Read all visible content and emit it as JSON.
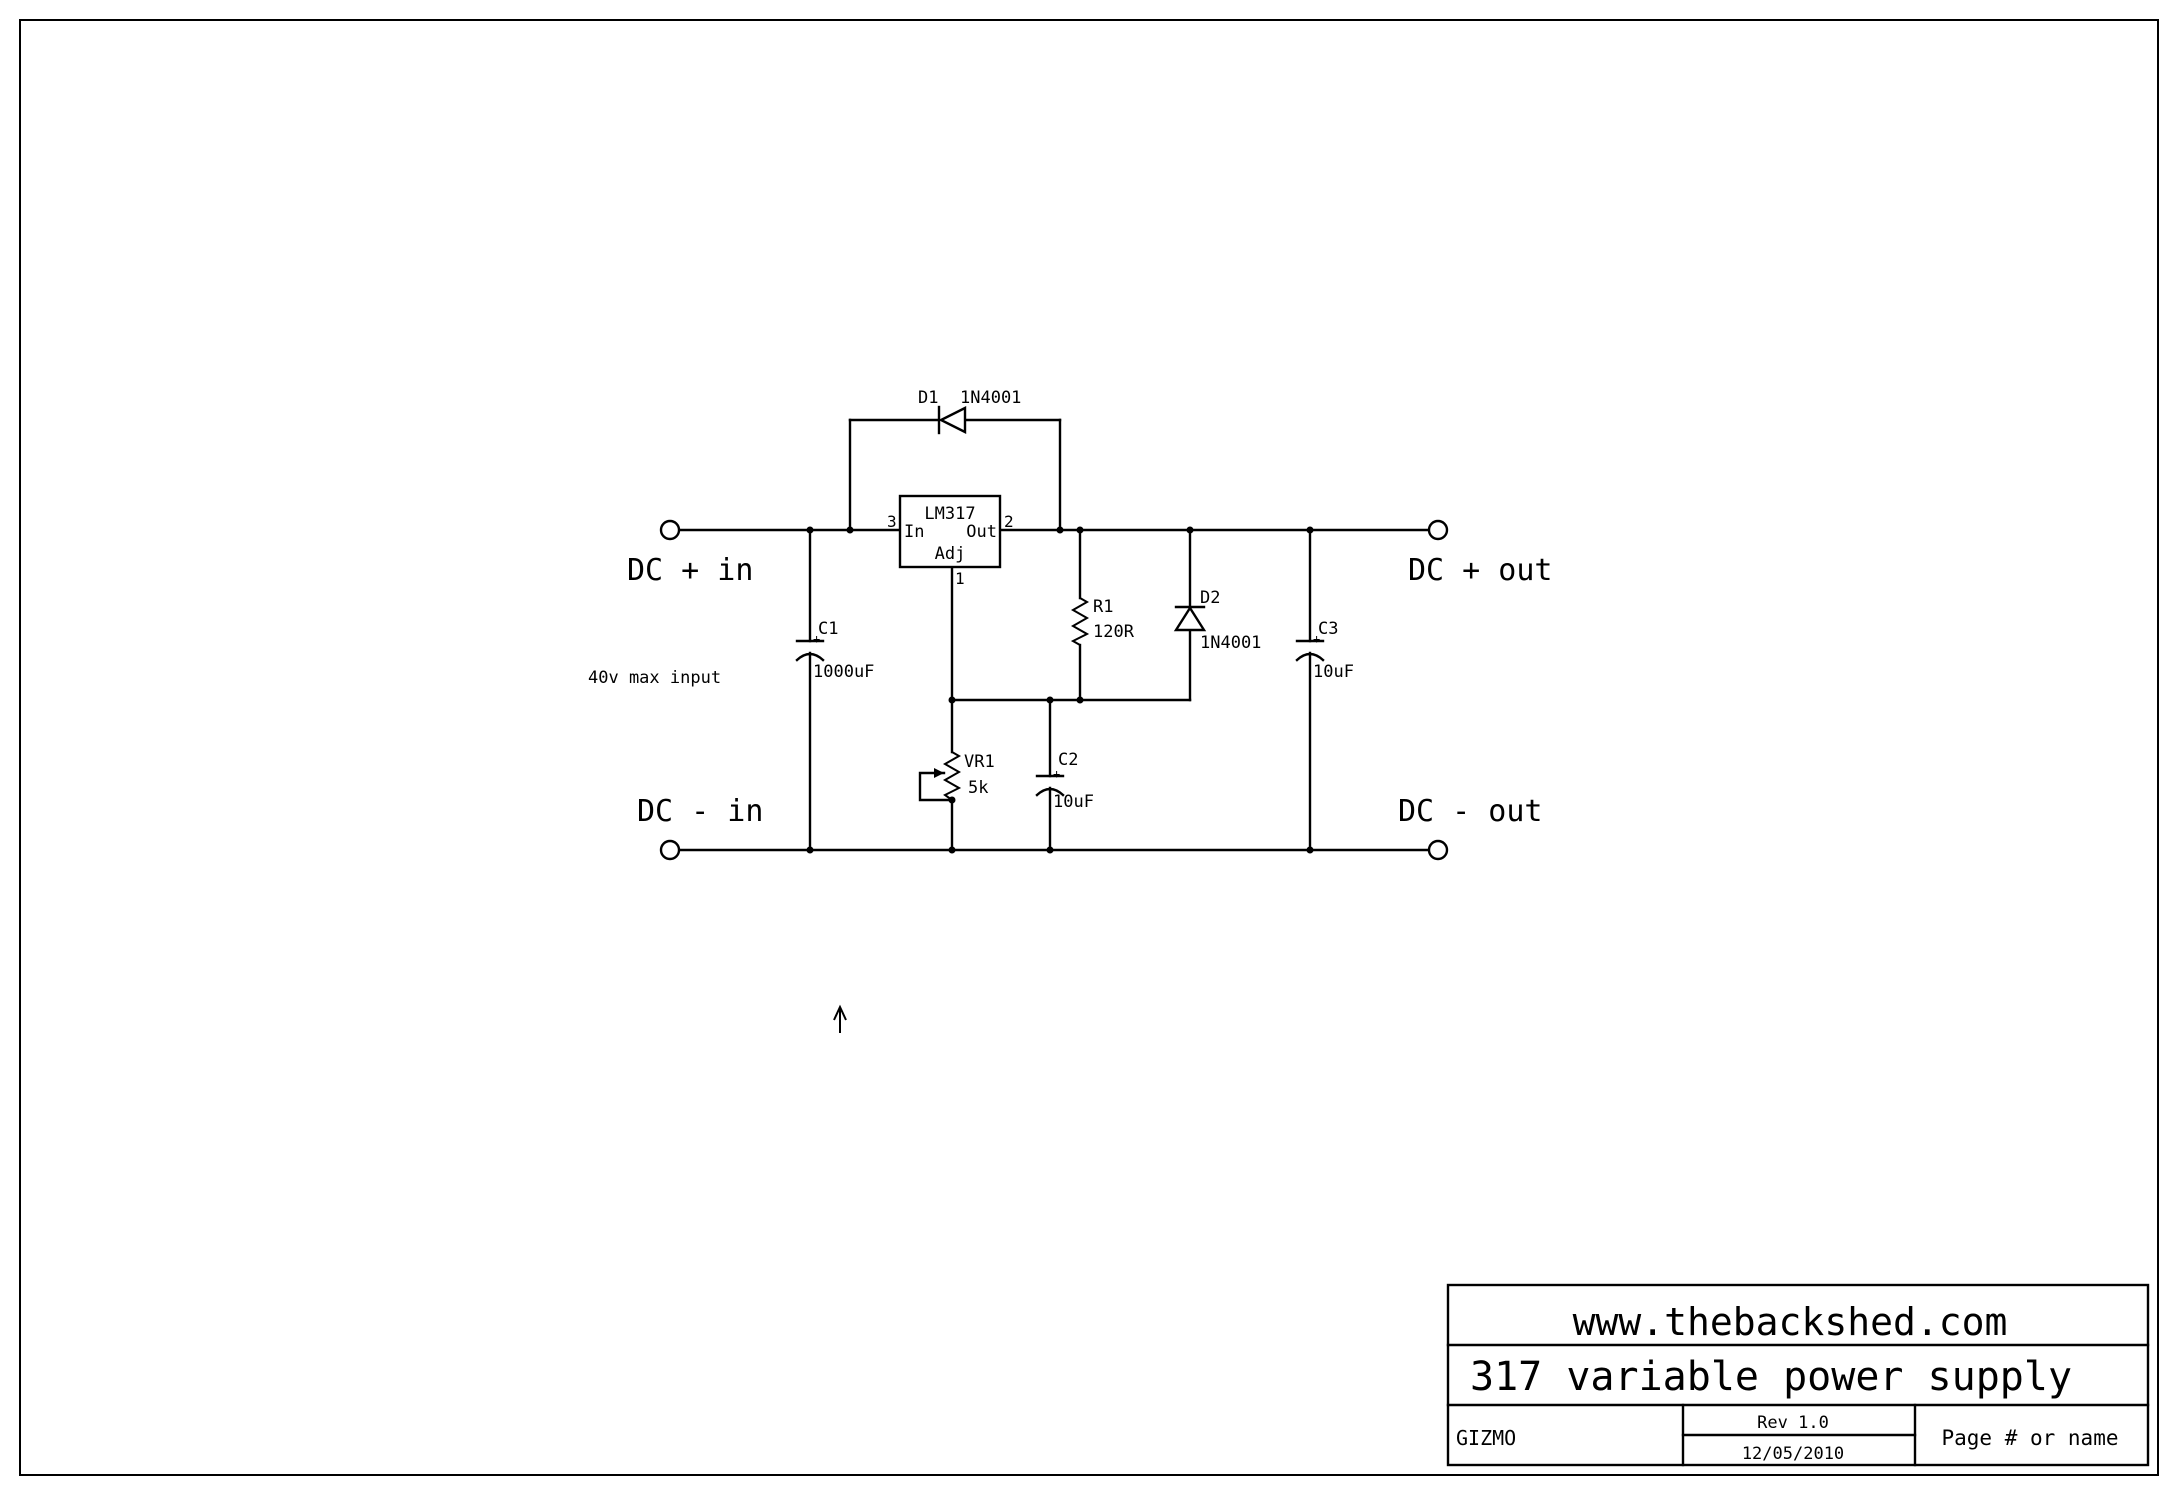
{
  "labels": {
    "dc_plus_in": "DC + in",
    "dc_minus_in": "DC - in",
    "dc_plus_out": "DC + out",
    "dc_minus_out": "DC - out",
    "input_note": "40v max input"
  },
  "components": {
    "regulator": {
      "name": "LM317",
      "pin_in": "In",
      "pin_out": "Out",
      "pin_adj": "Adj",
      "pin1": "1",
      "pin2": "2",
      "pin3": "3"
    },
    "d1": {
      "ref": "D1",
      "value": "1N4001"
    },
    "d2": {
      "ref": "D2",
      "value": "1N4001"
    },
    "r1": {
      "ref": "R1",
      "value": "120R"
    },
    "vr1": {
      "ref": "VR1",
      "value": "5k"
    },
    "c1": {
      "ref": "C1",
      "value": "1000uF"
    },
    "c2": {
      "ref": "C2",
      "value": "10uF"
    },
    "c3": {
      "ref": "C3",
      "value": "10uF"
    }
  },
  "title_block": {
    "website": "www.thebackshed.com",
    "title": "317 variable power supply",
    "author": "GIZMO",
    "revision": "Rev 1.0",
    "date": "12/05/2010",
    "page": "Page # or name"
  }
}
